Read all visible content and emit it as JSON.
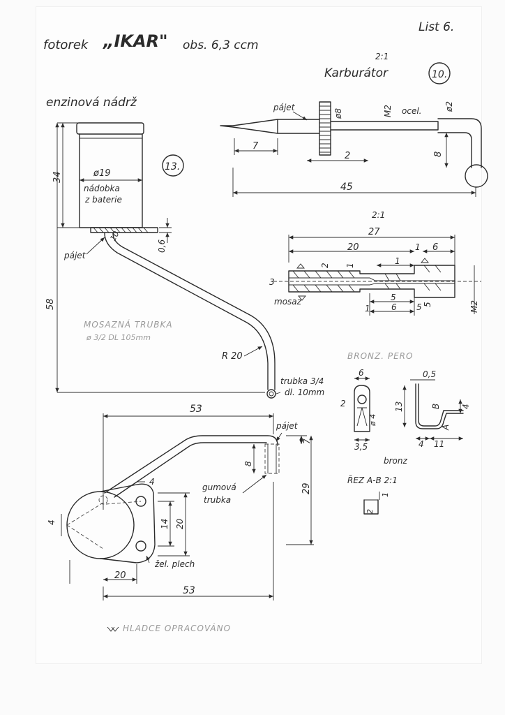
{
  "header": {
    "title_prefix": "fotorek",
    "title_name": "„IKAR\"",
    "title_suffix": "obs. 6,3 ccm",
    "sheet": "List 6."
  },
  "carburetor": {
    "scale": "2:1",
    "title": "Karburátor",
    "number": "10.",
    "labels": {
      "solder": "pájet",
      "steel": "ocel."
    },
    "dims": {
      "d8": "ø8",
      "m2": "M2",
      "d2": "ø2",
      "l7": "7",
      "l2": "2",
      "l8": "8",
      "l45": "45"
    }
  },
  "tank": {
    "title": "enzinová nádrž",
    "number": "13.",
    "label_container_1": "nádobka",
    "label_container_2": "z baterie",
    "dims": {
      "d19": "ø19",
      "h34": "34",
      "h58": "58",
      "t06": "0,6",
      "a10": "10"
    },
    "solder": "pájet"
  },
  "nozzle": {
    "scale": "2:1",
    "material": "mosaz",
    "dims": {
      "l27": "27",
      "l20": "20",
      "l1a": "1",
      "l6a": "6",
      "d2": "2",
      "d1": "1",
      "l1b": "1",
      "l3": "3",
      "l5a": "5",
      "l5b": "5",
      "l1c": "1",
      "l6b": "6",
      "l5c": "5",
      "m2": "M2"
    }
  },
  "tube": {
    "material_1": "MOSAZNÁ TRUBKA",
    "material_2": "ø 3/2  DL 105mm",
    "radius": "R 20",
    "end_1": "trubka 3/4",
    "end_2": "dl. 10mm"
  },
  "spring": {
    "title": "BRONZ. PERO",
    "material": "bronz",
    "section": "ŘEZ A-B   2:1",
    "dims": {
      "l6": "6",
      "d2": "2",
      "d4": "ø 4",
      "l35": "3,5",
      "t05": "0,5",
      "l13": "13",
      "b": "B",
      "a": "A",
      "l4a": "4",
      "l4b": "4",
      "l11": "11",
      "s1": "1",
      "s2": "2"
    }
  },
  "bracket": {
    "solder": "pájet",
    "rubber_1": "gumová",
    "rubber_2": "trubka",
    "plate": "žel. plech",
    "dims": {
      "l53_top": "53",
      "l53_bottom": "53",
      "l7": "7",
      "l8": "8",
      "l29": "29",
      "l4a": "4",
      "l4b": "4",
      "l14": "14",
      "l20v": "20",
      "l20h": "20"
    }
  },
  "footer": {
    "note": "HLADCE OPRACOVÁNO"
  }
}
